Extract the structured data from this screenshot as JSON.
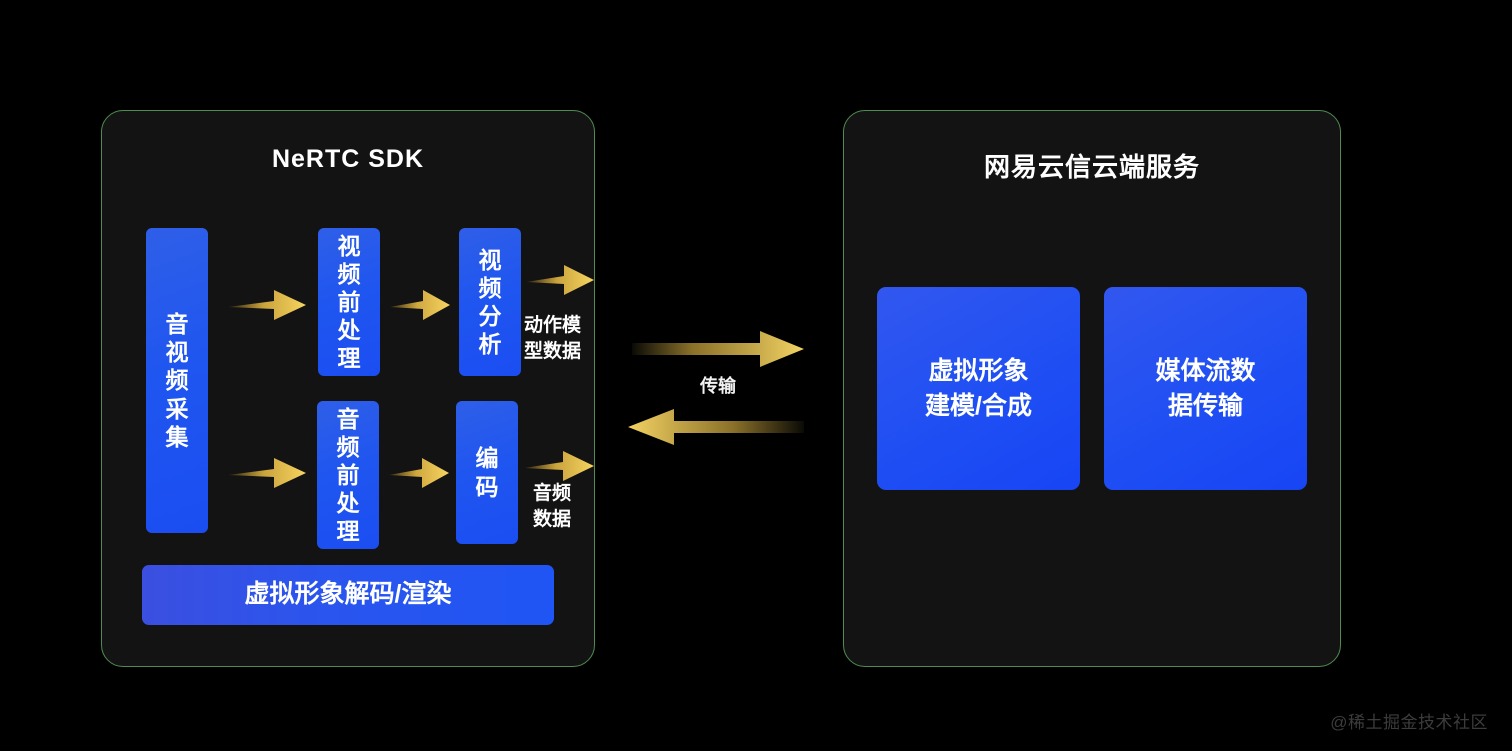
{
  "page": {
    "background": "#000000",
    "watermark": "@稀土掘金技术社区"
  },
  "colors": {
    "panel_border": "#4f8c4f",
    "panel_fill": "#131313",
    "box_blue": "#1f55f0",
    "arrow_gold": "#f0c64a",
    "text_white": "#ffffff"
  },
  "left_panel": {
    "title": "NeRTC SDK",
    "capture_box": "音\n视\n频\n采\n集",
    "video_pipeline": {
      "preprocess": "视\n频\n前\n处\n理",
      "analyze": "视\n频\n分\n析",
      "output_label": "动作模\n型数据"
    },
    "audio_pipeline": {
      "preprocess": "音\n频\n前\n处\n理",
      "encode": "编\n码",
      "output_label": "音频\n数据"
    },
    "render_bar": "虚拟形象解码/渲染"
  },
  "transmission": {
    "label": "传输",
    "direction_up": "right-arrow",
    "direction_down": "left-arrow"
  },
  "right_panel": {
    "title": "网易云信云端服务",
    "boxes": [
      {
        "label": "虚拟形象\n建模/合成"
      },
      {
        "label": "媒体流数\n据传输"
      }
    ]
  }
}
